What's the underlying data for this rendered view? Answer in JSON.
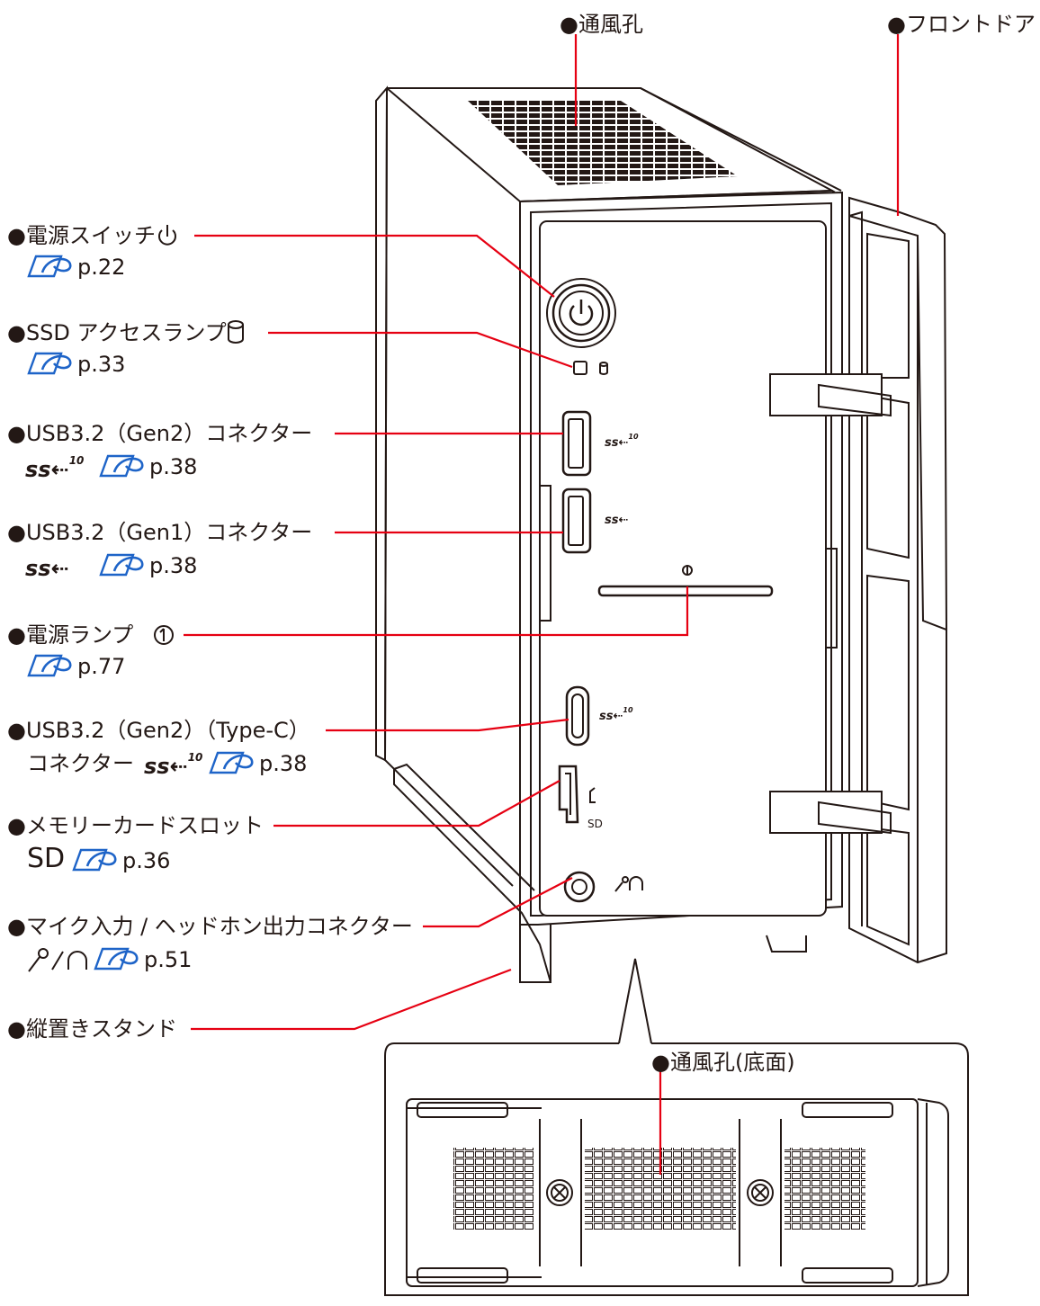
{
  "callouts": {
    "vent_top": "●通風孔",
    "front_door": "●フロントドア",
    "power_switch": "●電源スイッチ",
    "power_switch_ref": "p.22",
    "ssd_lamp": "●SSD アクセスランプ",
    "ssd_lamp_ref": "p.33",
    "usb_gen2": "●USB3.2（Gen2）コネクター",
    "usb_gen2_ref": "p.38",
    "usb_gen1": "●USB3.2（Gen1）コネクター",
    "usb_gen1_ref": "p.38",
    "power_lamp": "●電源ランプ",
    "power_lamp_ref": "p.77",
    "usb_typec_line1": "●USB3.2（Gen2）（Type-C）",
    "usb_typec_line2": "コネクター",
    "usb_typec_ref": "p.38",
    "card_slot": "●メモリーカードスロット",
    "card_slot_sd": "SD",
    "card_slot_ref": "p.36",
    "mic_headphone": "●マイク入力 / ヘッドホン出力コネクター",
    "mic_headphone_ref": "p.51",
    "stand": "●縦置きスタンド",
    "vent_bottom": "●通風孔(底面)"
  },
  "device_labels": {
    "ss_mark": "ss",
    "gen2_speed": "10",
    "sd_slot_label": "SD"
  },
  "icons": [
    "power-icon",
    "drive-icon",
    "usb-superspeed-10-icon",
    "usb-superspeed-icon",
    "power-lamp-icon",
    "reference-hand-icon",
    "microphone-icon",
    "headphone-icon",
    "screw-icon"
  ],
  "colors": {
    "leader_line": "#e60012",
    "reference_icon": "#1e64c8",
    "outline": "#231815"
  }
}
